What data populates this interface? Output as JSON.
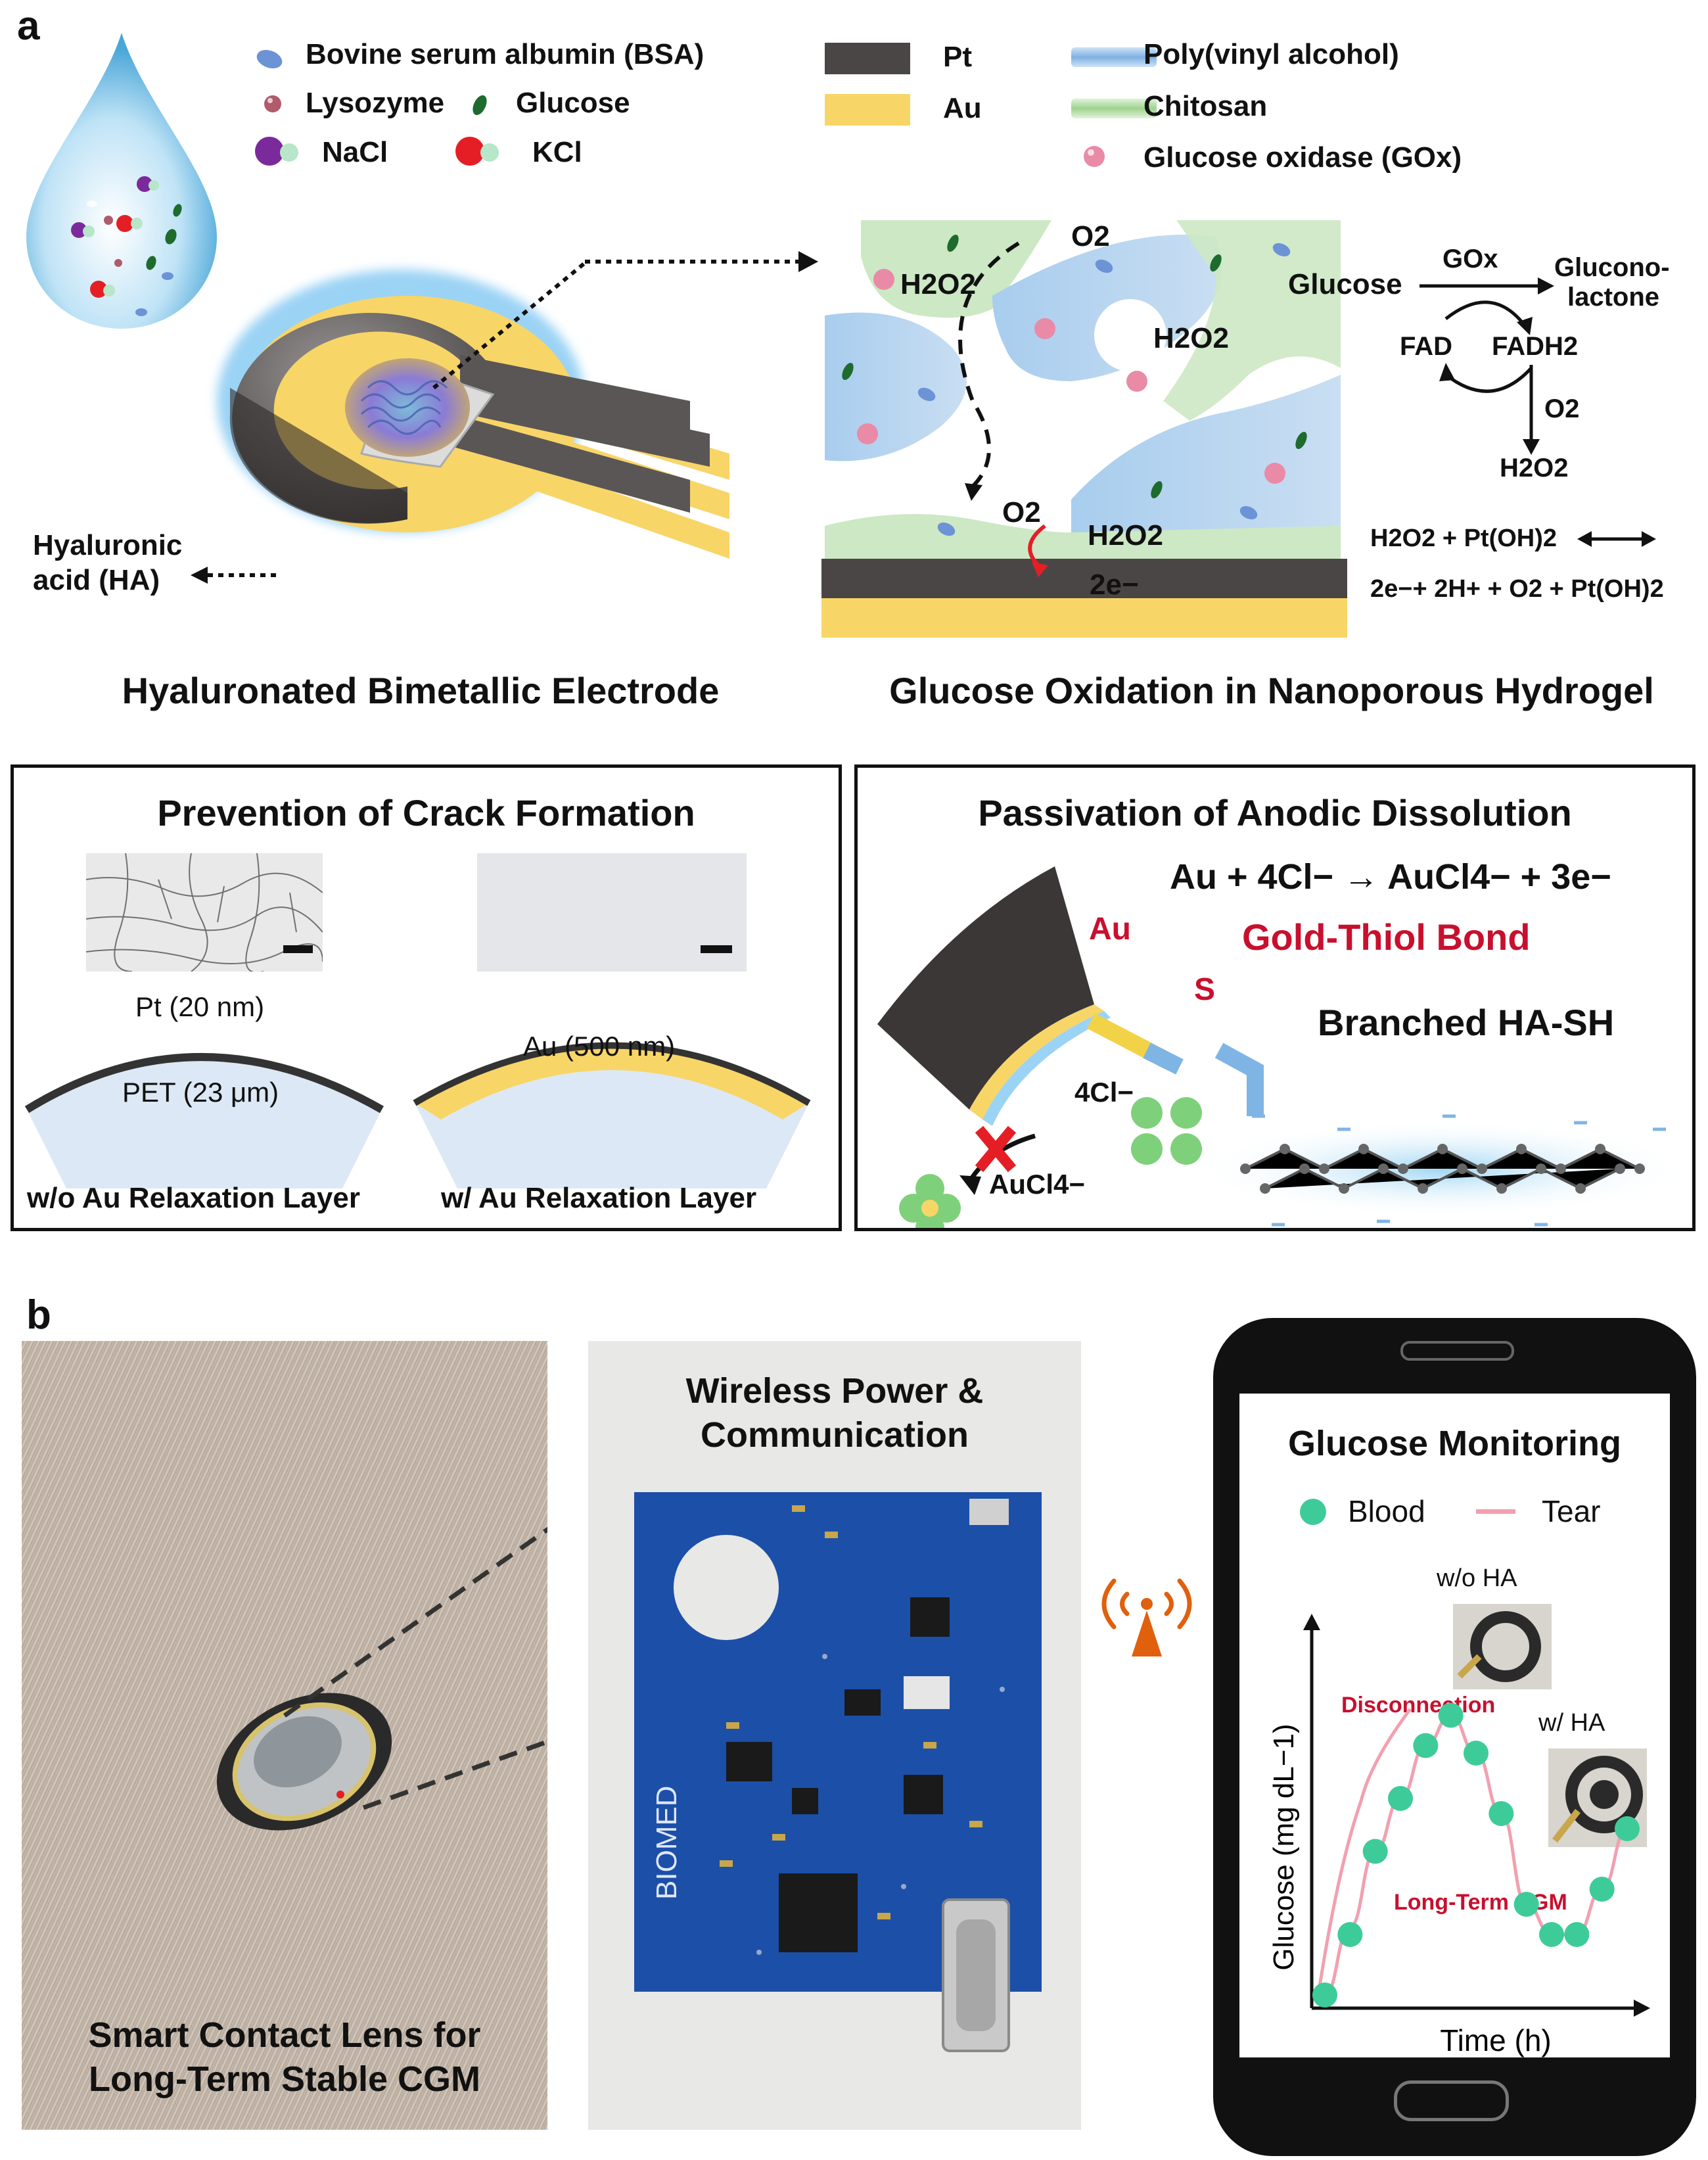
{
  "panel_a": {
    "letter": "a",
    "legend": {
      "bsa": "Bovine serum albumin (BSA)",
      "lysozyme": "Lysozyme",
      "glucose": "Glucose",
      "nacl": "NaCl",
      "kcl": "KCl",
      "pt": "Pt",
      "au": "Au",
      "pva": "Poly(vinyl alcohol)",
      "chitosan": "Chitosan",
      "gox": "Glucose oxidase (GOx)"
    },
    "electrode": {
      "ha_label_line1": "Hyaluronic",
      "ha_label_line2": "acid (HA)",
      "title": "Hyaluronated Bimetallic Electrode"
    },
    "hydrogel": {
      "title": "Glucose Oxidation in Nanoporous Hydrogel",
      "h2o2": "H2O2",
      "o2": "O2",
      "glucose": "Glucose",
      "two_e": "2e−"
    },
    "reaction": {
      "gox": "GOx",
      "product_line1": "Glucono-",
      "product_line2": "lactone",
      "fad": "FAD",
      "fadh2": "FADH2",
      "o2": "O2",
      "h2o2": "H2O2",
      "eq_left": "H2O2 + Pt(OH)2",
      "eq_right": "2e−+ 2H+ + O2 + Pt(OH)2"
    },
    "crack_box": {
      "title": "Prevention of Crack Formation",
      "pt_label": "Pt (20 nm)",
      "pet_label": "PET (23 μm)",
      "au_label": "Au (500 nm)",
      "left_caption": "w/o Au Relaxation Layer",
      "right_caption": "w/ Au Relaxation Layer"
    },
    "passivation_box": {
      "title": "Passivation of Anodic Dissolution",
      "equation": "Au + 4Cl− → AuCl4− + 3e−",
      "bond": "Gold-Thiol Bond",
      "au": "Au",
      "s": "S",
      "branched": "Branched HA-SH",
      "cl": "4Cl−",
      "aucl4": "AuCl4−"
    }
  },
  "panel_b": {
    "letter": "b",
    "lens_caption_line1": "Smart Contact Lens for",
    "lens_caption_line2": "Long-Term Stable CGM",
    "board_title_line1": "Wireless Power &",
    "board_title_line2": "Communication",
    "board_brand": "BIOMED",
    "phone": {
      "title": "Glucose Monitoring",
      "legend_blood": "Blood",
      "legend_tear": "Tear",
      "wo_ha": "w/o HA",
      "w_ha": "w/ HA",
      "disconnection": "Disconnection",
      "long_term": "Long-Term CGM"
    }
  },
  "chart_data": {
    "type": "line",
    "title": "Glucose Monitoring",
    "xlabel": "Time (h)",
    "ylabel": "Glucose (mg dL−1)",
    "series": [
      {
        "name": "Blood",
        "values": [
          1.0,
          1.8,
          2.9,
          3.6,
          4.3,
          4.7,
          4.2,
          3.4,
          2.2,
          1.8,
          1.8,
          2.4,
          3.2
        ]
      },
      {
        "name": "Tear",
        "values": [
          1.0,
          1.9,
          2.9,
          3.6,
          4.3,
          4.7,
          4.2,
          3.4,
          2.2,
          1.8,
          1.8,
          2.4,
          3.2
        ]
      }
    ],
    "colors": {
      "blood": "#3ecb9a",
      "tear": "#f2a0b0",
      "disconnection": "#c8102e"
    }
  },
  "colors": {
    "pt": "#4a4646",
    "au": "#f8d567",
    "pva": "#b9d6ef",
    "chitosan": "#cde8c4",
    "accent_red": "#c8102e",
    "pcb": "#1c4fa8"
  }
}
